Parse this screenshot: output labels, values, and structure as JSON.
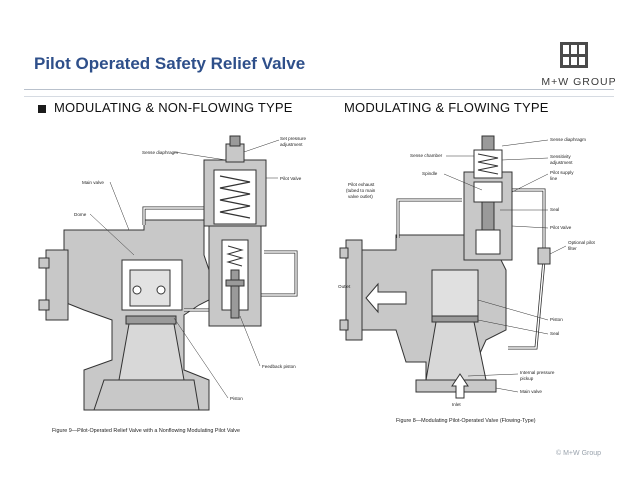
{
  "slide": {
    "title": "Pilot Operated Safety Relief Valve",
    "logo_text": "M+W GROUP",
    "left_heading": "MODULATING & NON-FLOWING TYPE",
    "right_heading": "MODULATING & FLOWING TYPE",
    "copyright": "© M+W Group"
  },
  "diagram_left": {
    "labels": {
      "set_pressure": "Set pressure",
      "adjustment": "adjustment",
      "sense_diaphragm": "Sense diaphragm",
      "main_valve": "Main valve",
      "dome": "Dome",
      "pilot_valve": "Pilot Valve",
      "feedback_piston": "Feedback piston",
      "piston": "Piston"
    },
    "caption": "Figure 9—Pilot-Operated Relief Valve with a Nonflowing Modulating Pilot Valve"
  },
  "diagram_right": {
    "labels": {
      "sense_diaphragm": "Sense diaphragm",
      "sense_chamber": "Sense chamber",
      "sensitivity": "Sensitivity",
      "adjustment": "adjustment",
      "spindle": "Spindle",
      "pilot_supply": "Pilot supply",
      "line": "line",
      "pilot_exhaust": "Pilot exhaust",
      "exhaust_sub1": "(tubed to main",
      "exhaust_sub2": "valve outlet)",
      "seal_top": "Seal",
      "pilot_valve": "Pilot Valve",
      "optional_pilot": "Optional pilot",
      "filter": "filter",
      "outlet": "Outlet",
      "piston": "Piston",
      "seal": "Seal",
      "internal_pressure": "Internal pressure",
      "pickup": "pickup",
      "inlet": "Inlet",
      "main_valve": "Main valve"
    },
    "caption": "Figure 8—Modulating Pilot-Operated Valve (Flowing-Type)"
  },
  "colors": {
    "title": "#2e4f8a",
    "rule": "#b9c1cc",
    "body_fill": "#c8c8c8",
    "dark_fill": "#9a9a9a"
  }
}
